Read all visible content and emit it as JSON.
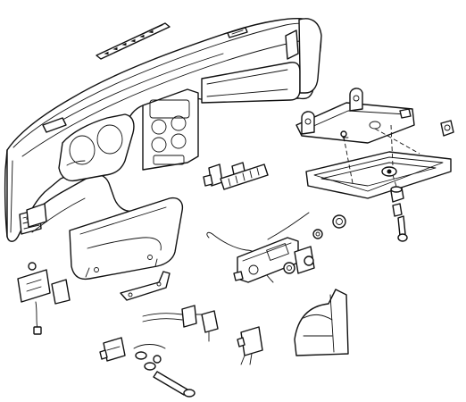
{
  "diagram": {
    "type": "exploded-parts-illustration",
    "background": "#ffffff",
    "line_color": "#111111",
    "parts": [
      {
        "id": "dashboard-shell"
      },
      {
        "id": "defroster-vent-grille"
      },
      {
        "id": "instrument-cluster-hood"
      },
      {
        "id": "glovebox-door-assembly"
      },
      {
        "id": "glovebox-lid-inner-panel"
      },
      {
        "id": "glovebox-lock-cylinder"
      },
      {
        "id": "glovebox-key"
      },
      {
        "id": "switch-pack"
      },
      {
        "id": "heater-control-panel-with-cable"
      },
      {
        "id": "cigar-lighter"
      },
      {
        "id": "headlamp-switch"
      },
      {
        "id": "mounting-bracket"
      },
      {
        "id": "wiring-harness-connector"
      },
      {
        "id": "relay-module"
      },
      {
        "id": "steering-column-shroud"
      },
      {
        "id": "ignition-switch-module"
      },
      {
        "id": "wiper-switch"
      },
      {
        "id": "washer-switch"
      },
      {
        "id": "bulb-socket"
      },
      {
        "id": "lock-cylinder-kit"
      }
    ]
  }
}
